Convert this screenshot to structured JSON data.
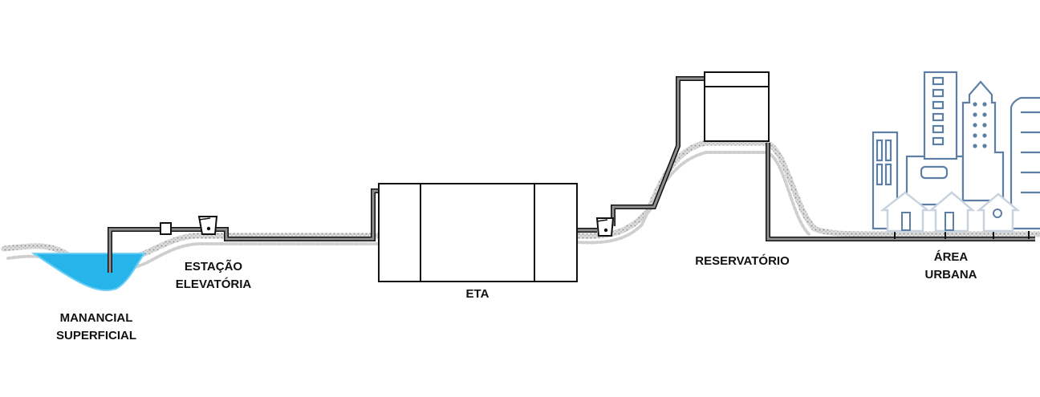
{
  "labels": {
    "manancial": [
      "MANANCIAL",
      "SUPERFICIAL"
    ],
    "estacao": [
      "ESTAÇÃO",
      "ELEVATÓRIA"
    ],
    "eta": "ETA",
    "reservatorio": "RESERVATÓRIO",
    "area": [
      "ÁREA",
      "URBANA"
    ]
  },
  "colors": {
    "ground": "#b4b4b4",
    "water": "#27b4ea",
    "pipe_fill": "#8f8f8f",
    "outline": "#111111",
    "building": "#5d7fa6",
    "house": "#c9d3de"
  }
}
